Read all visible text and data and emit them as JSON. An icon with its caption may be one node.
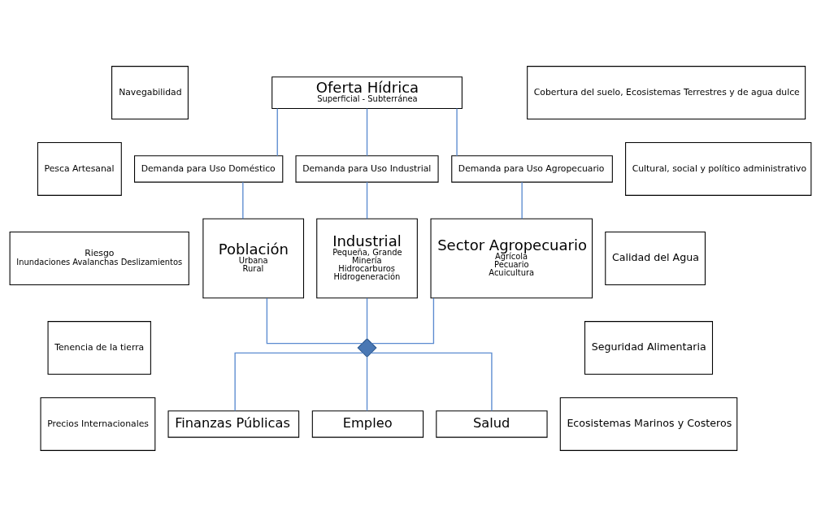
{
  "diagram": {
    "nodes": [
      {
        "text": [
          "Oferta Hídrica",
          "Superficial - Subterránea"
        ]
      },
      {
        "text": [
          "Demanda para Uso Doméstico"
        ]
      },
      {
        "text": [
          "Demanda para Uso Industrial"
        ]
      },
      {
        "text": [
          "Demanda para Uso Agropecuario"
        ]
      },
      {
        "text": [
          "Población",
          "Urbana",
          "Rural"
        ]
      },
      {
        "text": [
          "Industrial",
          "Pequeña, Grande",
          "Minería",
          "Hidrocarburos",
          "Hidrogeneración"
        ]
      },
      {
        "text": [
          "Sector Agropecuario",
          "Agrícola",
          "Pecuario",
          "Acuicultura"
        ]
      },
      {
        "text": [],
        "shape": "diamond"
      },
      {
        "text": [
          "Finanzas Públicas"
        ]
      },
      {
        "text": [
          "Empleo"
        ]
      },
      {
        "text": [
          "Salud"
        ]
      },
      {
        "text": [
          "Navegabilidad"
        ]
      },
      {
        "text": [
          "Pesca Artesanal"
        ]
      },
      {
        "text": [
          "Riesgo",
          "Inundaciones Avalanchas Deslizamientos"
        ]
      },
      {
        "text": [
          "Tenencia de la tierra"
        ]
      },
      {
        "text": [
          "Precios Internacionales"
        ]
      },
      {
        "text": [
          "Cobertura del suelo, Ecosistemas Terrestres y de agua dulce"
        ]
      },
      {
        "text": [
          "Cultural, social y político administrativo"
        ]
      },
      {
        "text": [
          "Calidad del Agua"
        ]
      },
      {
        "text": [
          "Seguridad Alimentaria"
        ]
      },
      {
        "text": [
          "Ecosistemas Marinos y Costeros"
        ]
      }
    ],
    "edges": [
      {
        "from": 0,
        "to": 1,
        "arrow": "none"
      },
      {
        "from": 0,
        "to": 2,
        "arrow": "none"
      },
      {
        "from": 0,
        "to": 3,
        "arrow": "none"
      },
      {
        "from": 1,
        "to": 4,
        "arrow": "none"
      },
      {
        "from": 2,
        "to": 5,
        "arrow": "none"
      },
      {
        "from": 3,
        "to": 6,
        "arrow": "none"
      },
      {
        "from": 4,
        "to": 7,
        "arrow": "none"
      },
      {
        "from": 5,
        "to": 7,
        "arrow": "none"
      },
      {
        "from": 6,
        "to": 7,
        "arrow": "none"
      },
      {
        "from": 7,
        "to": 8,
        "arrow": "none"
      },
      {
        "from": 7,
        "to": 9,
        "arrow": "none"
      },
      {
        "from": 7,
        "to": 10,
        "arrow": "none"
      }
    ]
  }
}
